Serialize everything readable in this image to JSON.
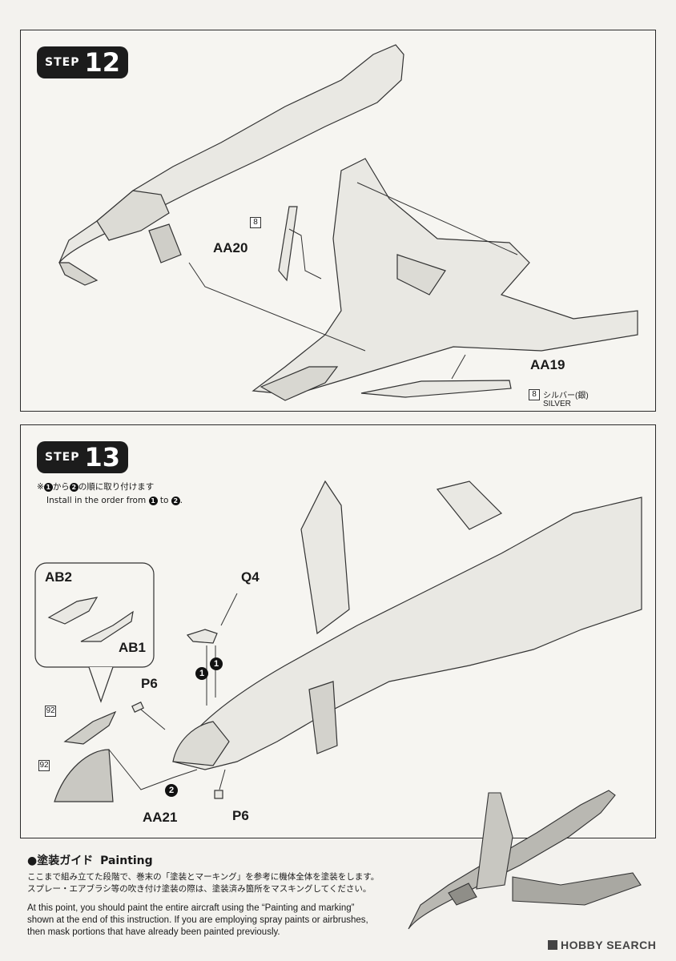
{
  "step12": {
    "word": "STEP",
    "number": "12",
    "labels": {
      "aa20": "AA20",
      "aa19": "AA19"
    },
    "part_box_aa20": "8",
    "part_box_aa19": "8",
    "paint_jp": "シルバー(銀)",
    "paint_en": "SILVER"
  },
  "step13": {
    "word": "STEP",
    "number": "13",
    "order_note_jp_pre": "※",
    "order_note_jp_mid": "から",
    "order_note_jp_post": "の順に取り付けます",
    "order_note_en_pre": "Install in the order from",
    "order_note_en_mid": "to",
    "order_note_en_post": ".",
    "marker_1": "1",
    "marker_2": "2",
    "labels": {
      "ab2": "AB2",
      "ab1": "AB1",
      "q4": "Q4",
      "p6_top": "P6",
      "p6_bottom": "P6",
      "aa21": "AA21"
    },
    "part_box_92a": "92",
    "part_box_92b": "92"
  },
  "painting": {
    "title_jp": "●塗装ガイド",
    "title_en": "Painting",
    "jp_line1": "ここまで組み立てた段階で、巻末の「塗装とマーキング」を参考に機体全体を塗装をします。",
    "jp_line2": "スプレー・エアブラシ等の吹き付け塗装の際は、塗装済み箇所をマスキングしてください。",
    "en_line1": "At this point, you should paint the entire aircraft using the “Painting and marking”",
    "en_line2": "shown at the end of this instruction. If you are employing spray paints or airbrushes,",
    "en_line3": "then mask portions that have already been painted previously."
  },
  "watermark": "HOBBY SEARCH"
}
